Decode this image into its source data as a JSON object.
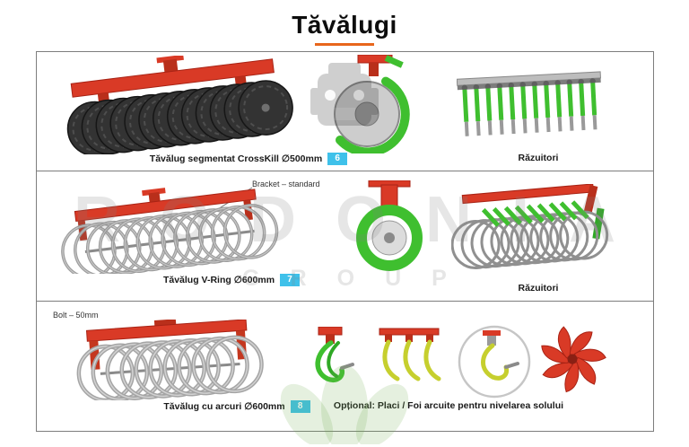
{
  "title": "Tăvălugi",
  "watermark": {
    "line1": "RODONIA",
    "line2": "GROUP"
  },
  "rows": [
    {
      "caption": "Tăvălug segmentat CrossKill ∅500mm",
      "badge": "6",
      "right_caption": "Răzuitori"
    },
    {
      "annotation": "Bracket – standard",
      "caption": "Tăvălug V-Ring ∅600mm",
      "badge": "7",
      "right_caption": "Răzuitori"
    },
    {
      "annotation": "Bolt – 50mm",
      "caption": "Tăvălug cu arcuri ∅600mm",
      "badge": "8",
      "right_caption": "Opțional: Placi / Foi arcuite pentru nivelarea solului"
    }
  ],
  "images": {
    "row1": [
      "crosskill-roller",
      "packer-wheel-with-scraper",
      "scraper-bar"
    ],
    "row2": [
      "v-ring-roller",
      "packer-wheel-with-bracket",
      "roller-with-scrapers"
    ],
    "row3": [
      "spring-roller",
      "spring-tine-cluster",
      "spring-tine-row",
      "circled-tine-detail",
      "paddle-wheel"
    ]
  },
  "colors": {
    "accent_underline": "#e8661c",
    "badge_blue": "#3fc1ea",
    "frame_red": "#d93a26",
    "machine_green": "#3fbf2f"
  }
}
